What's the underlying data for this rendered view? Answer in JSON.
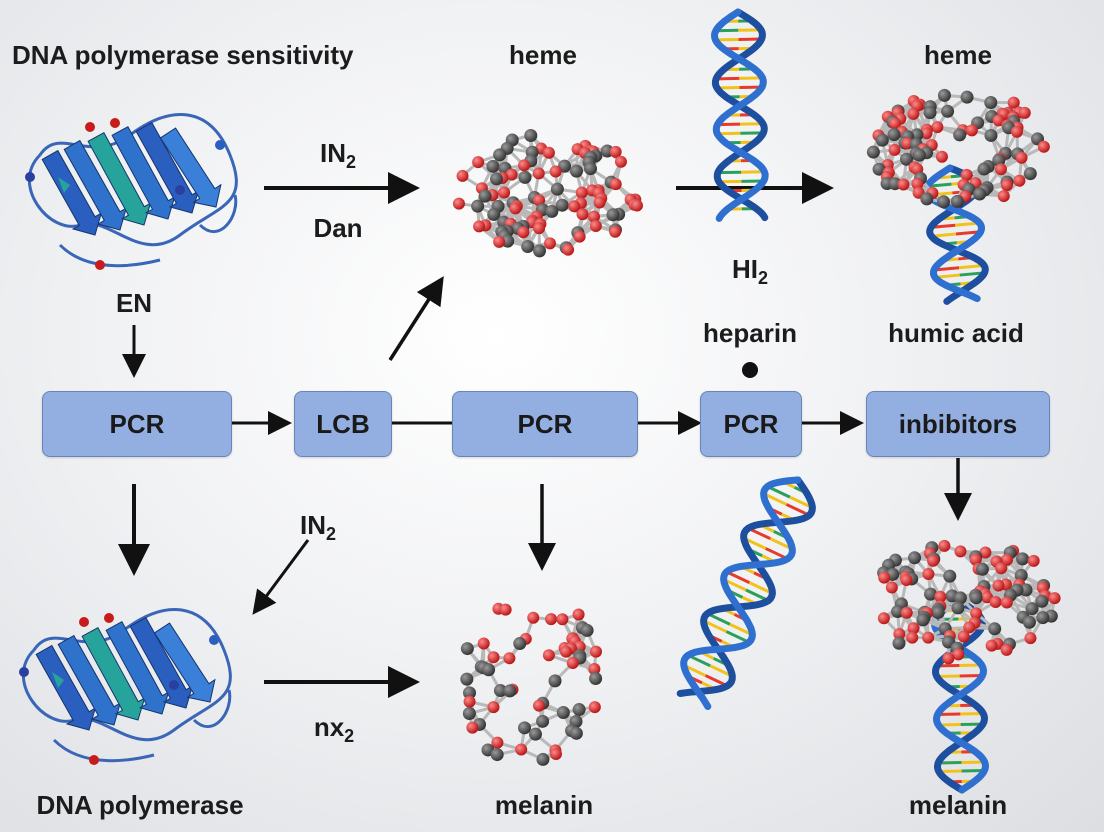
{
  "labels": {
    "dna_polymerase_sensitivity": "DNA polymerase sensitivity",
    "heme_center": "heme",
    "heme_right": "heme",
    "in2_top": "IN",
    "dan": "Dan",
    "hi2": "HI",
    "en": "EN",
    "heparin": "heparin",
    "humic_acid": "humic acid",
    "in2_bottom": "IN",
    "nx2": "nx",
    "subscript_2": "2",
    "dna_polymerase": "DNA polymerase",
    "melanin_center": "melanin",
    "melanin_right": "melanin"
  },
  "boxes": {
    "pcr_1": "PCR",
    "lcb": "LCB",
    "pcr_2": "PCR",
    "pcr_3": "PCR",
    "inhibitors": "inbibitors"
  },
  "colors": {
    "box_fill": "#93aee0",
    "oxygen": "#d81e1e",
    "carbon": "#444444",
    "dna_backbone": "#2f6fd0",
    "protein": "#2c7fd6"
  }
}
